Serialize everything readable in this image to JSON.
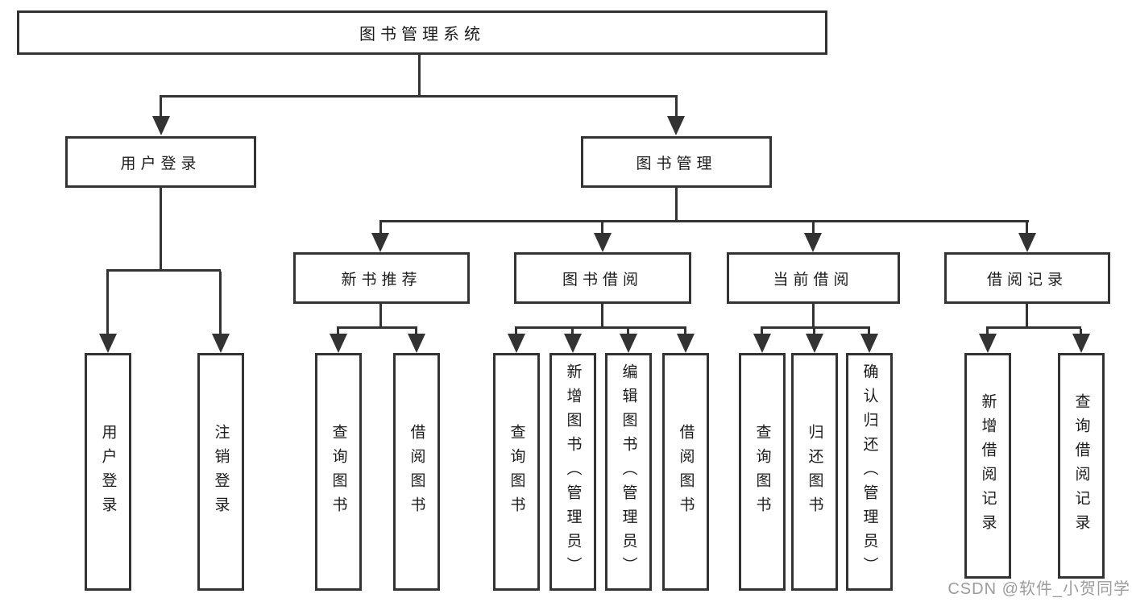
{
  "diagram": {
    "root": {
      "label": "图书管理系统"
    },
    "branches": [
      {
        "label": "用户登录",
        "children": [
          {
            "label": "用户登录"
          },
          {
            "label": "注销登录"
          }
        ]
      },
      {
        "label": "图书管理",
        "children": [
          {
            "label": "新书推荐",
            "children": [
              {
                "label": "查询图书"
              },
              {
                "label": "借阅图书"
              }
            ]
          },
          {
            "label": "图书借阅",
            "children": [
              {
                "label": "查询图书"
              },
              {
                "label": "新增图书（管理员）"
              },
              {
                "label": "编辑图书（管理员）"
              },
              {
                "label": "借阅图书"
              }
            ]
          },
          {
            "label": "当前借阅",
            "children": [
              {
                "label": "查询图书"
              },
              {
                "label": "归还图书"
              },
              {
                "label": "确认归还（管理员）"
              }
            ]
          },
          {
            "label": "借阅记录",
            "children": [
              {
                "label": "新增借阅记录"
              },
              {
                "label": "查询借阅记录"
              }
            ]
          }
        ]
      }
    ],
    "colors": {
      "line": "#333333",
      "text": "#1c1c1c",
      "watermark": "#9c9c9c",
      "background": "#ffffff"
    }
  },
  "watermark": {
    "text": "CSDN @软件_小贺同学"
  }
}
